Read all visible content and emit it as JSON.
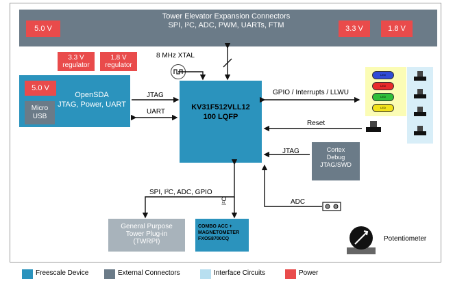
{
  "tower": {
    "title_line1": "Tower Elevator Expansion Connectors",
    "title_line2": "SPI, I²C, ADC, PWM, UARTs, FTM",
    "power_left": "5.0 V",
    "power_right_a": "3.3 V",
    "power_right_b": "1.8 V"
  },
  "regulators": {
    "reg_a_line1": "3.3 V",
    "reg_a_line2": "regulator",
    "reg_b_line1": "1.8 V",
    "reg_b_line2": "regulator"
  },
  "crystal": {
    "label": "8 MHz XTAL"
  },
  "opensda": {
    "power": "5.0 V",
    "line1": "OpenSDA",
    "line2": "JTAG, Power, UART",
    "usb_line1": "Micro",
    "usb_line2": "USB"
  },
  "mcu": {
    "line1": "KV31F512VLL12",
    "line2": "100 LQFP"
  },
  "links": {
    "jtag": "JTAG",
    "uart": "UART",
    "gpio": "GPIO / Interrupts / LLWU",
    "reset": "Reset",
    "jtag_debug": "JTAG",
    "adc": "ADC",
    "spi": "SPI, I²C, ADC, GPIO",
    "i2c": "I²C"
  },
  "cortex": {
    "line1": "Cortex",
    "line2": "Debug",
    "line3": "JTAG/SWD"
  },
  "plugin": {
    "line1": "General Purpose",
    "line2": "Tower Plug-in",
    "line3": "(TWRPI)"
  },
  "combo": {
    "line1": "COMBO ACC +",
    "line2": "MAGNETOMETER",
    "line3": "FXOS8700CQ"
  },
  "leds": [
    "LED",
    "LED",
    "LED",
    "LED"
  ],
  "potentiometer": {
    "label": "Potentiometer"
  },
  "legend": [
    {
      "label": "Freescale Device",
      "color": "#2b93bd"
    },
    {
      "label": "External Connectors",
      "color": "#6b7b88"
    },
    {
      "label": "Interface Circuits",
      "color": "#b8dff0"
    },
    {
      "label": "Power",
      "color": "#e94b4b"
    }
  ]
}
